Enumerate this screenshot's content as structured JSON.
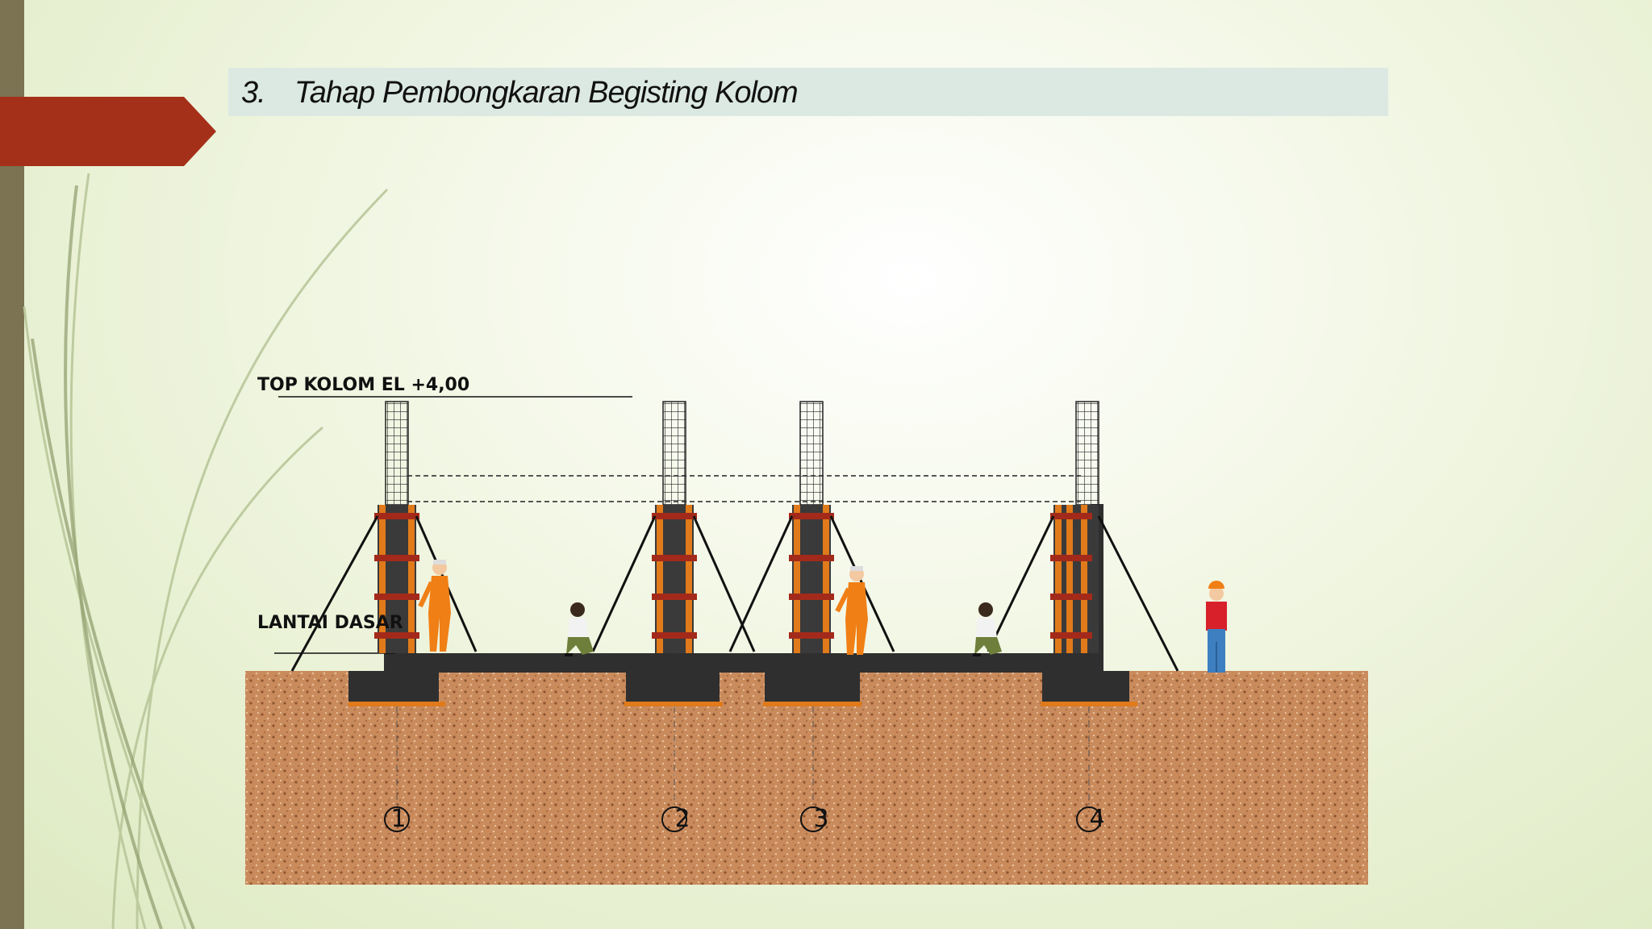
{
  "slide": {
    "title_number": "3.",
    "title": "Tahap Pembongkaran Begisting Kolom",
    "accent_color": "#a5301a",
    "left_bar_color": "#7b7352",
    "title_bar_color": "#dce9e3"
  },
  "drawing": {
    "label_top": "TOP KOLOM EL +4,00",
    "label_floor": "LANTAI DASAR",
    "soil_color": "#c8885a",
    "concrete_color": "#2f2f2f",
    "formwork_color": "#e07a1a",
    "axes": [
      {
        "id": "1",
        "label": "1"
      },
      {
        "id": "2",
        "label": "2"
      },
      {
        "id": "3",
        "label": "3"
      },
      {
        "id": "4",
        "label": "4"
      }
    ],
    "icons": [
      "worker-standing-icon",
      "worker-kneeling-icon",
      "supervisor-icon",
      "rebar-cage-icon",
      "steel-prop-icon"
    ]
  }
}
